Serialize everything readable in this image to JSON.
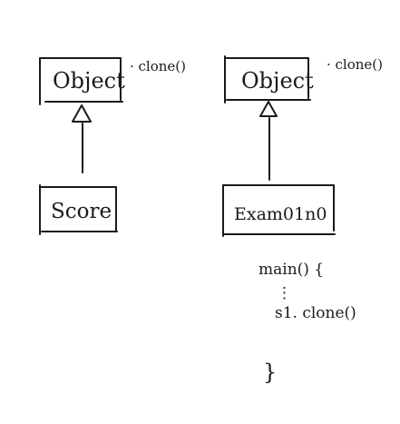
{
  "diagram_left": {
    "parent_box_label": "Object",
    "parent_method_note": "· clone()",
    "child_box_label": "Score"
  },
  "diagram_right": {
    "parent_box_label": "Object",
    "parent_method_note": "· clone()",
    "child_box_label": "Exam01n0",
    "code_lines": {
      "line1": "main() {",
      "ellipsis": "⋮",
      "line3": "s1. clone()",
      "closing": "}"
    }
  }
}
